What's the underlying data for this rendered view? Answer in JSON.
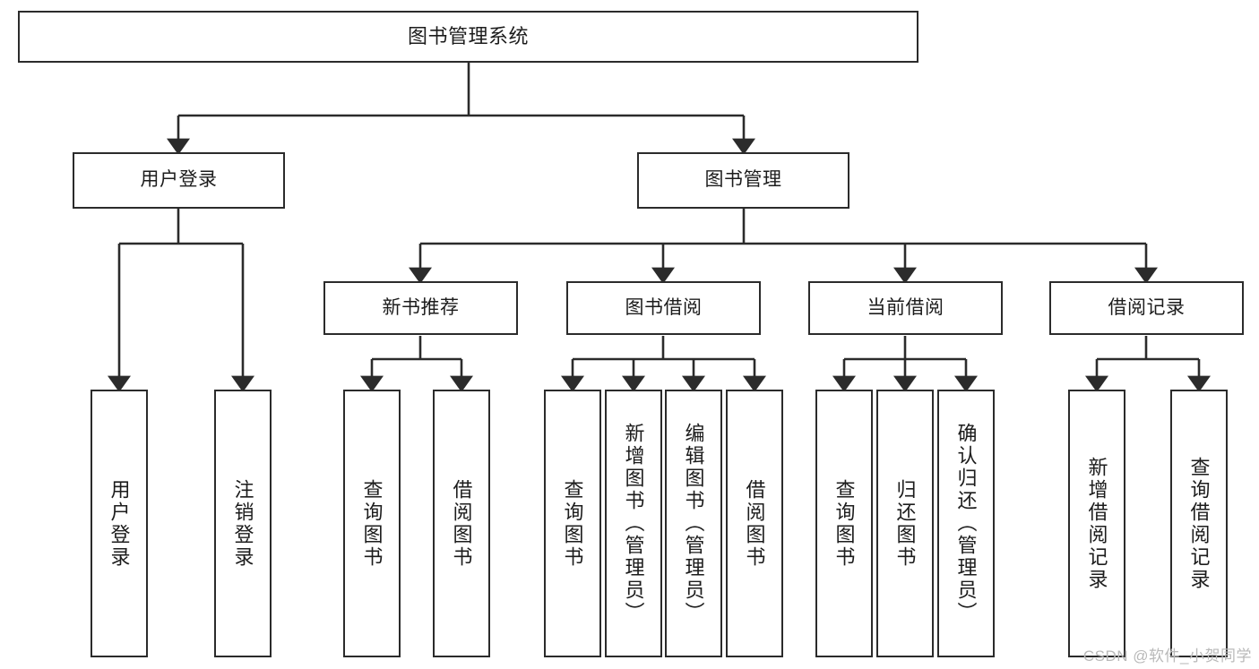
{
  "diagram": {
    "title": "图书管理系统",
    "type": "tree-hierarchy",
    "colors": {
      "box_border": "#2b2b2b",
      "box_fill": "#ffffff",
      "edge": "#2b2b2b",
      "text": "#1c1c1c",
      "watermark": "#b9b9b9",
      "background": "#ffffff"
    },
    "watermark": "CSDN @软件_小贺同学",
    "nodes": {
      "root": {
        "label": "图书管理系统"
      },
      "level2": [
        {
          "id": "user-login",
          "label": "用户登录"
        },
        {
          "id": "book-manage",
          "label": "图书管理"
        }
      ],
      "level3": [
        {
          "id": "new-book-recommend",
          "label": "新书推荐"
        },
        {
          "id": "book-borrow",
          "label": "图书借阅"
        },
        {
          "id": "current-borrow",
          "label": "当前借阅"
        },
        {
          "id": "borrow-record",
          "label": "借阅记录"
        }
      ],
      "leaves": {
        "user_login": [
          {
            "id": "leaf-user-login",
            "label": "用户登录"
          },
          {
            "id": "leaf-logout-login",
            "label": "注销登录"
          }
        ],
        "new_book_recommend": [
          {
            "id": "leaf-query-book-1",
            "label": "查询图书"
          },
          {
            "id": "leaf-borrow-book-1",
            "label": "借阅图书"
          }
        ],
        "book_borrow": [
          {
            "id": "leaf-query-book-2",
            "label": "查询图书"
          },
          {
            "id": "leaf-add-book",
            "label": "新增图书（管理员）"
          },
          {
            "id": "leaf-edit-book",
            "label": "编辑图书（管理员）"
          },
          {
            "id": "leaf-borrow-book-2",
            "label": "借阅图书"
          }
        ],
        "current_borrow": [
          {
            "id": "leaf-query-book-3",
            "label": "查询图书"
          },
          {
            "id": "leaf-return-book",
            "label": "归还图书"
          },
          {
            "id": "leaf-confirm-return",
            "label": "确认归还（管理员）"
          }
        ],
        "borrow_record": [
          {
            "id": "leaf-add-record",
            "label": "新增借阅记录"
          },
          {
            "id": "leaf-query-record",
            "label": "查询借阅记录"
          }
        ]
      }
    }
  }
}
